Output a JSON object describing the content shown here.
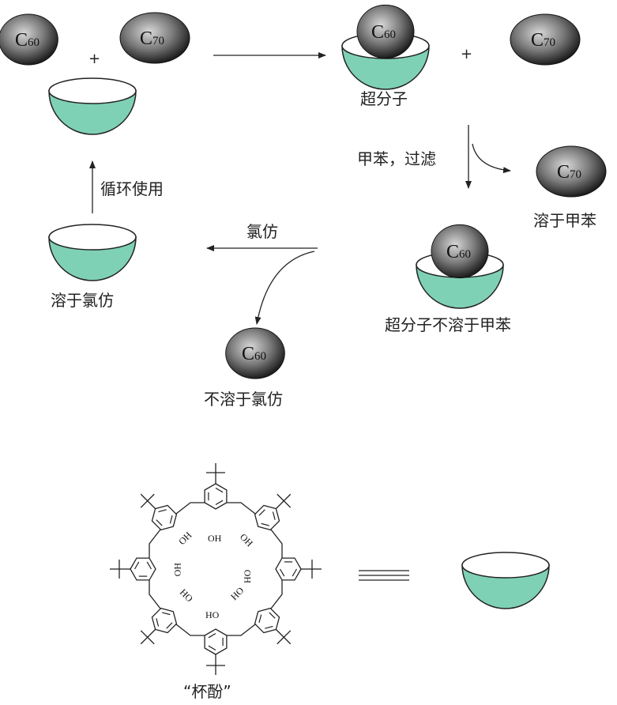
{
  "labels": {
    "supramolecule": "超分子",
    "toluene_filter": "甲苯，过滤",
    "soluble_toluene": "溶于甲苯",
    "insoluble_toluene": "超分子不溶于甲苯",
    "chloroform": "氯仿",
    "soluble_chloroform": "溶于氯仿",
    "insoluble_chloroform": "不溶于氯仿",
    "recycle": "循环使用",
    "calixarene": "“杯酚”",
    "plus": "+"
  },
  "balls": {
    "c60_main": "C",
    "c60_sub": "60",
    "c70_main": "C",
    "c70_sub": "70"
  },
  "structure": {
    "oh": "OH",
    "ho": "HO"
  },
  "colors": {
    "bowl_fill": "#7fd1b5",
    "bowl_inner": "#ffffff",
    "ball_dark": "#2a2a2a",
    "ball_light": "#cfcfcf",
    "line": "#222222"
  }
}
